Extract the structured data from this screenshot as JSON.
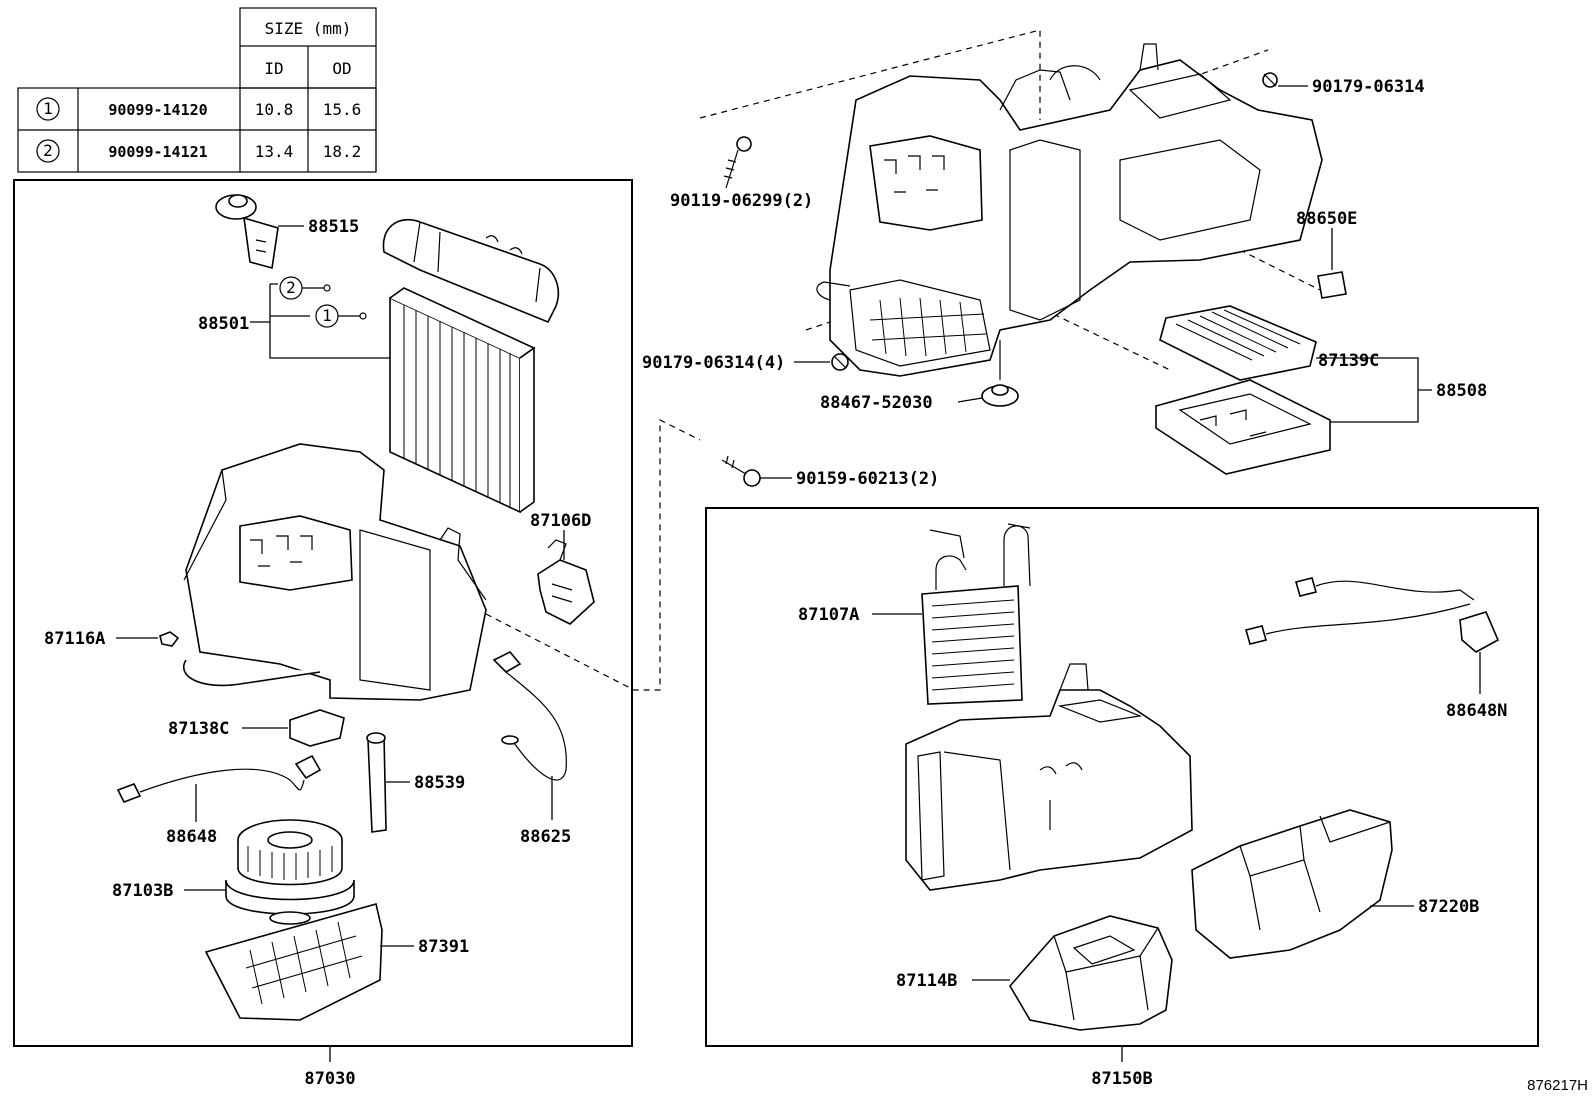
{
  "size_table": {
    "size_header": "SIZE (mm)",
    "id_header": "ID",
    "od_header": "OD",
    "rows": [
      {
        "marker": "1",
        "part": "90099-14120",
        "id": "10.8",
        "od": "15.6"
      },
      {
        "marker": "2",
        "part": "90099-14121",
        "id": "13.4",
        "od": "18.2"
      }
    ]
  },
  "left_group": {
    "assembly": "87030",
    "labels": {
      "p88515": "88515",
      "p88501": "88501",
      "o_ring_2": "2",
      "o_ring_1": "1",
      "p87106D": "87106D",
      "p87116A": "87116A",
      "p87138C": "87138C",
      "p88539": "88539",
      "p88625": "88625",
      "p88648": "88648",
      "p87103B": "87103B",
      "p87391": "87391"
    }
  },
  "right_group": {
    "assembly": "87150B",
    "labels": {
      "p87107A": "87107A",
      "p88648N": "88648N",
      "p87220B": "87220B",
      "p87114B": "87114B"
    }
  },
  "top_group": {
    "labels": {
      "p90179_06314": "90179-06314",
      "p90119_06299": "90119-06299(2)",
      "p88650E": "88650E",
      "p90179_06314_4": "90179-06314(4)",
      "p87139C": "87139C",
      "p88508": "88508",
      "p88467_52030": "88467-52030",
      "p90159_60213": "90159-60213(2)"
    }
  },
  "diagram_code": "876217H"
}
